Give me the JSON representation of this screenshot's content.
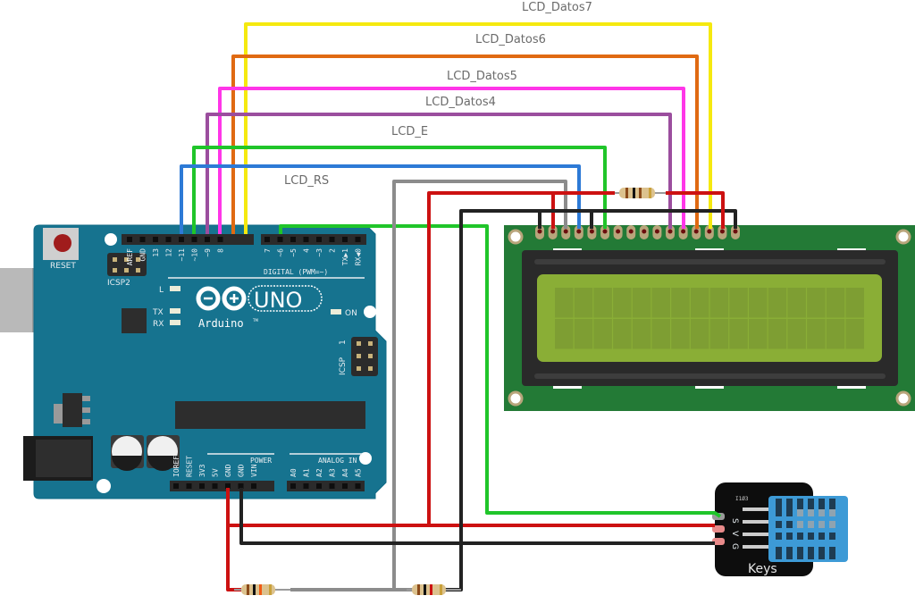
{
  "diagram": {
    "title": "Arduino UNO + 16x2 LCD + DHT sensor wiring",
    "wire_labels": [
      "LCD_Datos7",
      "LCD_Datos6",
      "LCD_Datos5",
      "LCD_Datos4",
      "LCD_E",
      "LCD_RS"
    ],
    "colors": {
      "board": "#16738f",
      "lcd_pcb": "#237a36",
      "lcd_screen": "#8aae36",
      "yellow": "#f5e90f",
      "orange": "#e06a12",
      "magenta": "#ff36e8",
      "purple": "#9b4e9e",
      "green": "#20c52a",
      "blue": "#2d7ad6",
      "red": "#cc1111",
      "black": "#222222",
      "gray": "#8c8c8c",
      "sensor": "#3d9ad6"
    }
  },
  "arduino": {
    "reset_label": "RESET",
    "icsp2_label": "ICSP2",
    "icsp_label": "ICSP",
    "icsp_pin1": "1",
    "digital_label": "DIGITAL (PWM=~)",
    "led_labels": [
      "L",
      "TX",
      "RX"
    ],
    "on_label": "ON",
    "logo_text": "UNO",
    "brand": "Arduino",
    "tm": "TM",
    "power_label": "POWER",
    "analog_label": "ANALOG IN",
    "digital_pins_left": [
      "AREF",
      "GND",
      "13",
      "12",
      "~11",
      "~10",
      "~9",
      "8"
    ],
    "digital_pins_right": [
      "7",
      "~6",
      "~5",
      "4",
      "~3",
      "2",
      "TX▶1",
      "RX◀0"
    ],
    "power_pins": [
      "IOREF",
      "RESET",
      "3V3",
      "5V",
      "GND",
      "GND",
      "VIN"
    ],
    "analog_pins": [
      "A0",
      "A1",
      "A2",
      "A3",
      "A4",
      "A5"
    ]
  },
  "sensor": {
    "label": "Keys",
    "pin_labels": [
      "S",
      "V",
      "G"
    ],
    "chip_text": "I1Ø3"
  }
}
